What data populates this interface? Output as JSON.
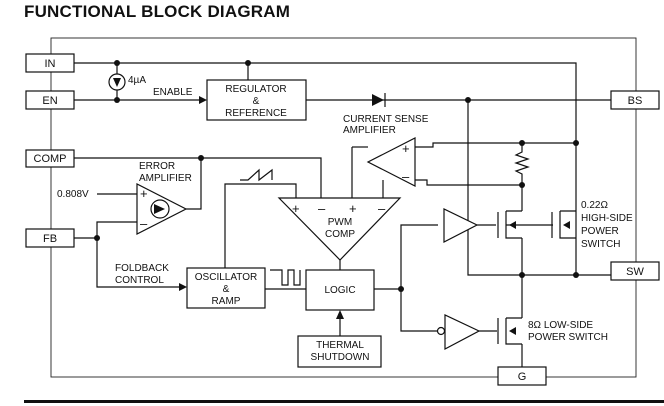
{
  "title": "FUNCTIONAL BLOCK DIAGRAM",
  "pins": {
    "in": "IN",
    "en": "EN",
    "comp": "COMP",
    "fb": "FB",
    "bs": "BS",
    "sw": "SW",
    "g": "G"
  },
  "labels": {
    "current_source": "4µA",
    "enable": "ENABLE",
    "reference_voltage": "0.808V",
    "error_amp_line1": "ERROR",
    "error_amp_line2": "AMPLIFIER",
    "current_sense_line1": "CURRENT SENSE",
    "current_sense_line2": "AMPLIFIER",
    "foldback_line1": "FOLDBACK",
    "foldback_line2": "CONTROL",
    "high_side_line1": "0.22Ω",
    "high_side_line2": "HIGH-SIDE",
    "high_side_line3": "POWER",
    "high_side_line4": "SWITCH",
    "low_side_line1": "8Ω LOW-SIDE",
    "low_side_line2": "POWER SWITCH"
  },
  "blocks": {
    "regulator_line1": "REGULATOR",
    "regulator_line2": "&",
    "regulator_line3": "REFERENCE",
    "pwm_line1": "PWM",
    "pwm_line2": "COMP",
    "oscillator_line1": "OSCILLATOR",
    "oscillator_line2": "&",
    "oscillator_line3": "RAMP",
    "logic": "LOGIC",
    "thermal_line1": "THERMAL",
    "thermal_line2": "SHUTDOWN"
  },
  "symbols": {
    "plus": "+",
    "minus": "–"
  }
}
